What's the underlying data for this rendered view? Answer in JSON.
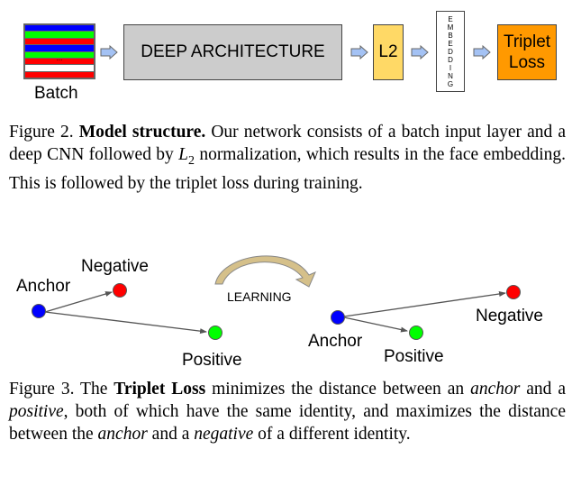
{
  "figure2": {
    "batch_label": "Batch",
    "batch_stripes": [
      "#0000ff",
      "#00ff00",
      "#ff0000",
      "#0000ff",
      "#00ff00",
      "#ff0000",
      "#ffffff",
      "#ff0000"
    ],
    "batch_ellipsis": "...",
    "deep_architecture_label": "DEEP ARCHITECTURE",
    "l2_label": "L2",
    "embedding_letters": [
      "E",
      "M",
      "B",
      "E",
      "D",
      "D",
      "I",
      "N",
      "G"
    ],
    "triplet_loss_label_line1": "Triplet",
    "triplet_loss_label_line2": "Loss",
    "colors": {
      "deep_box": "#cccccc",
      "l2_box": "#ffd966",
      "triplet_box": "#ff9900",
      "arrow_fill": "#a4c2f4"
    },
    "caption": {
      "prefix": "Figure 2. ",
      "bold": "Model structure.",
      "text_before_math": "  Our network consists of a batch input layer and a deep CNN followed by ",
      "math_L": "L",
      "math_sub": "2",
      "text_after_math": " normalization, which results in the face embedding. This is followed by the triplet loss during training."
    }
  },
  "figure3": {
    "before": {
      "anchor_label": "Anchor",
      "negative_label": "Negative",
      "positive_label": "Positive"
    },
    "learning_label": "LEARNING",
    "after": {
      "anchor_label": "Anchor",
      "negative_label": "Negative",
      "positive_label": "Positive"
    },
    "colors": {
      "anchor": "#0000ff",
      "negative": "#ff0000",
      "positive": "#00ff00",
      "learning_arrow": "#d5c08a"
    },
    "caption": {
      "prefix": "Figure 3. The ",
      "bold": "Triplet Loss",
      "t1": " minimizes the distance between an ",
      "i1": "anchor",
      "t2": " and a ",
      "i2": "positive",
      "t3": ", both of which have the same identity, and maximizes the distance between the ",
      "i3": "anchor",
      "t4": " and a ",
      "i4": "negative",
      "t5": " of a different identity."
    }
  }
}
